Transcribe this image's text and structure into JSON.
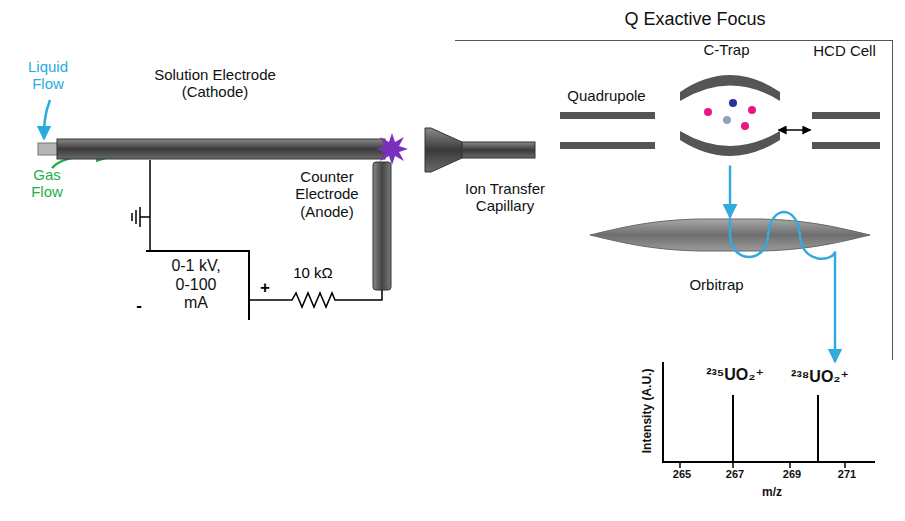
{
  "diagram": {
    "nodes": [
      {
        "text": [
          "Solution Electrode (Cathode)"
        ]
      },
      {
        "text": [
          "Counter Electrode (Anode)"
        ]
      },
      {
        "text": [
          "0-1 kV, 0-100 mA"
        ]
      },
      {
        "text": [
          "Ion Transfer Capillary"
        ]
      },
      {
        "text": [
          "Q Exactive Focus"
        ]
      },
      {
        "text": [
          "Quadrupole"
        ],
        "in": 4
      },
      {
        "text": [
          "C-Trap"
        ],
        "in": 4
      },
      {
        "text": [
          "HCD Cell"
        ],
        "in": 4
      },
      {
        "text": [
          "Orbitrap"
        ],
        "in": 4
      },
      {
        "text": [
          "²³⁵UO₂⁺",
          "²³⁸UO₂⁺",
          "Intensity (A.U.)",
          "265",
          "267",
          "269",
          "271",
          "m/z"
        ]
      }
    ],
    "edges": [
      {
        "from": 0,
        "to": 2,
        "arrow": "none"
      },
      {
        "from": 2,
        "to": 1,
        "label": "10 kΩ",
        "arrow": "none"
      },
      {
        "from": 6,
        "to": 7,
        "arrow": "both"
      },
      {
        "from": 6,
        "to": 8,
        "arrow": "to"
      },
      {
        "from": 8,
        "to": 9,
        "arrow": "to"
      }
    ],
    "labels": [
      "Liquid Flow",
      "Gas Flow",
      "-",
      "+"
    ]
  }
}
